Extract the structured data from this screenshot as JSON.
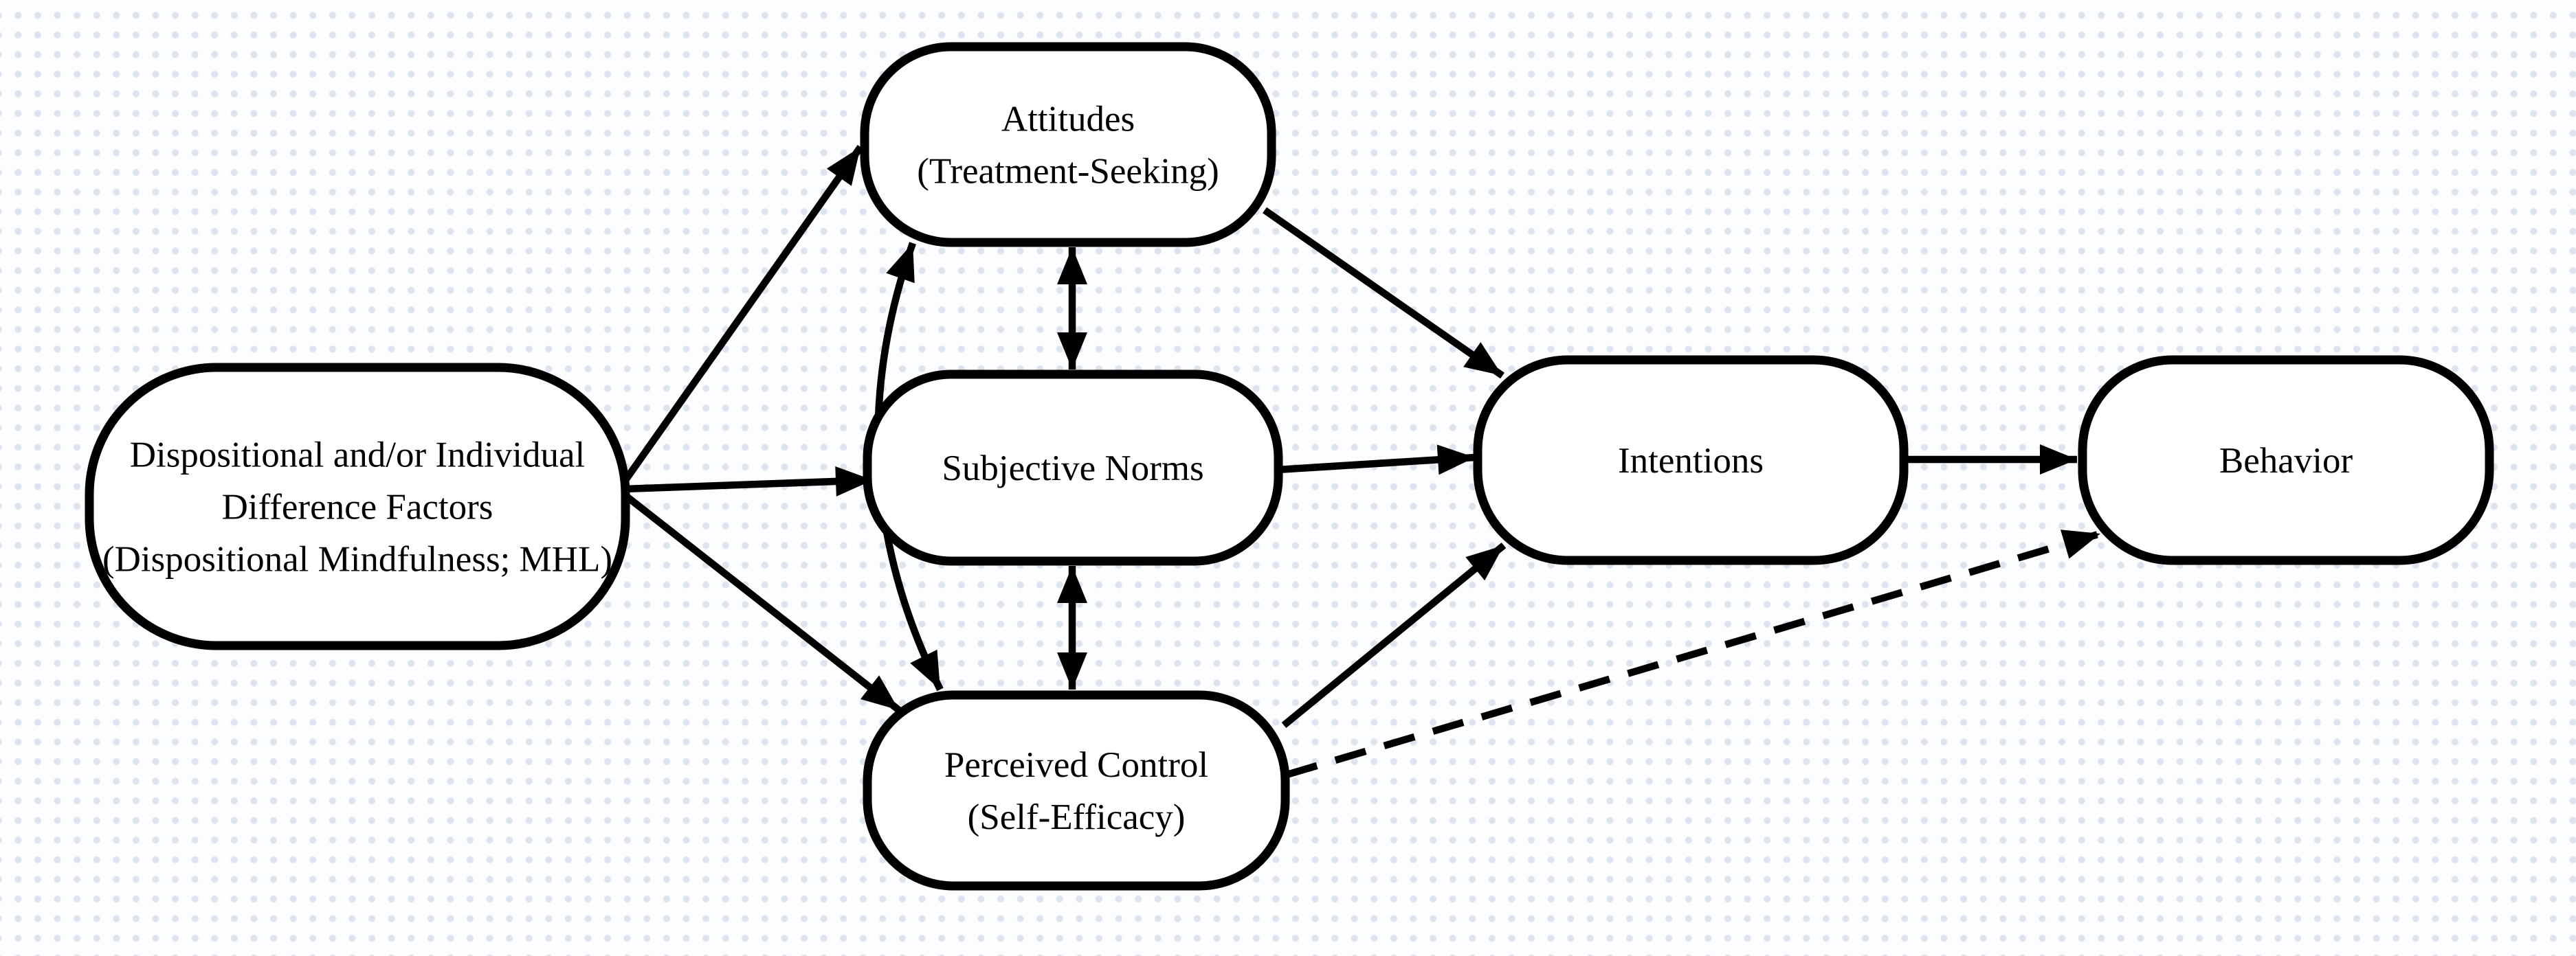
{
  "diagram": {
    "kind": "path-model",
    "nodes": [
      {
        "id": "dispositional-factors",
        "label": [
          "Dispositional and/or Individual",
          "Difference Factors",
          "(Dispositional Mindfulness; MHL)"
        ]
      },
      {
        "id": "attitudes",
        "label": [
          "Attitudes",
          "(Treatment-Seeking)"
        ]
      },
      {
        "id": "subjective-norms",
        "label": [
          "Subjective Norms"
        ]
      },
      {
        "id": "perceived-control",
        "label": [
          "Perceived Control",
          "(Self-Efficacy)"
        ]
      },
      {
        "id": "intentions",
        "label": [
          "Intentions"
        ]
      },
      {
        "id": "behavior",
        "label": [
          "Behavior"
        ]
      }
    ],
    "edges": [
      {
        "from": "dispositional-factors",
        "to": "attitudes",
        "heads": "end",
        "line": "solid",
        "route": "straight"
      },
      {
        "from": "dispositional-factors",
        "to": "subjective-norms",
        "heads": "end",
        "line": "solid",
        "route": "straight"
      },
      {
        "from": "dispositional-factors",
        "to": "perceived-control",
        "heads": "end",
        "line": "solid",
        "route": "straight"
      },
      {
        "from": "attitudes",
        "to": "subjective-norms",
        "heads": "both",
        "line": "solid",
        "route": "straight"
      },
      {
        "from": "subjective-norms",
        "to": "perceived-control",
        "heads": "both",
        "line": "solid",
        "route": "straight"
      },
      {
        "from": "attitudes",
        "to": "perceived-control",
        "heads": "both",
        "line": "solid",
        "route": "curved"
      },
      {
        "from": "attitudes",
        "to": "intentions",
        "heads": "end",
        "line": "solid",
        "route": "straight"
      },
      {
        "from": "subjective-norms",
        "to": "intentions",
        "heads": "end",
        "line": "solid",
        "route": "straight"
      },
      {
        "from": "perceived-control",
        "to": "intentions",
        "heads": "end",
        "line": "solid",
        "route": "straight"
      },
      {
        "from": "intentions",
        "to": "behavior",
        "heads": "end",
        "line": "solid",
        "route": "straight"
      },
      {
        "from": "perceived-control",
        "to": "behavior",
        "heads": "end",
        "line": "dashed",
        "route": "straight"
      }
    ],
    "colors": {
      "stroke": "#000000",
      "text": "#000000",
      "node_fill": "#ffffff",
      "canvas_bg": "#fcfdfe",
      "dot": "#dde4ee"
    }
  }
}
